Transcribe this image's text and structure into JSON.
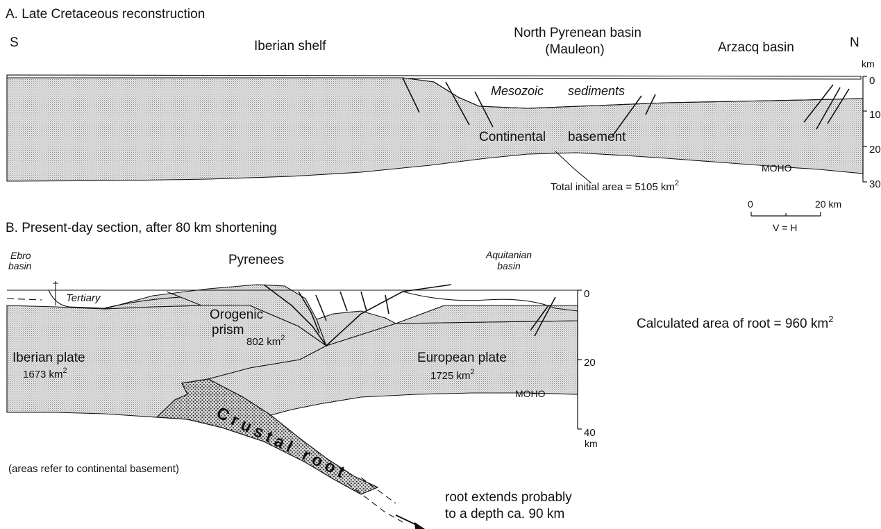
{
  "panel_a": {
    "title": "A. Late Cretaceous reconstruction",
    "south": "S",
    "north": "N",
    "region_iberian_shelf": "Iberian shelf",
    "region_npb_line1": "North Pyrenean basin",
    "region_npb_line2": "(Mauleon)",
    "region_arzacq": "Arzacq basin",
    "label_mesozoic": "Mesozoic",
    "label_sediments": "sediments",
    "label_continental": "Continental",
    "label_basement": "basement",
    "label_moho": "MOHO",
    "area_note": "Total initial area = 5105 km",
    "area_note_sup": "2",
    "depth_unit": "km",
    "depth_ticks": [
      "0",
      "10",
      "20",
      "30"
    ]
  },
  "scale_bar": {
    "left": "0",
    "right": "20  km",
    "ratio": "V = H"
  },
  "panel_b": {
    "title": "B. Present-day section, after 80 km shortening",
    "ebro_line1": "Ebro",
    "ebro_line2": "basin",
    "pyrenees": "Pyrenees",
    "aquitanian_line1": "Aquitanian",
    "aquitanian_line2": "basin",
    "tertiary": "Tertiary",
    "orogenic_line1": "Orogenic",
    "orogenic_line2": "prism",
    "orogenic_area": "802 km",
    "iberian_plate": "Iberian plate",
    "iberian_area": "1673 km",
    "european_plate": "European plate",
    "european_area": "1725 km",
    "area_sup": "2",
    "label_moho": "MOHO",
    "crustal_root": "Crustal root",
    "depth_ticks": [
      "0",
      "20",
      "40"
    ],
    "depth_unit": "km",
    "root_area_note": "Calculated area of root = 960 km",
    "root_area_sup": "2",
    "areas_note": "(areas refer to continental basement)",
    "root_extends_line1": "root extends probably",
    "root_extends_line2": "to a depth ca.  90 km"
  }
}
